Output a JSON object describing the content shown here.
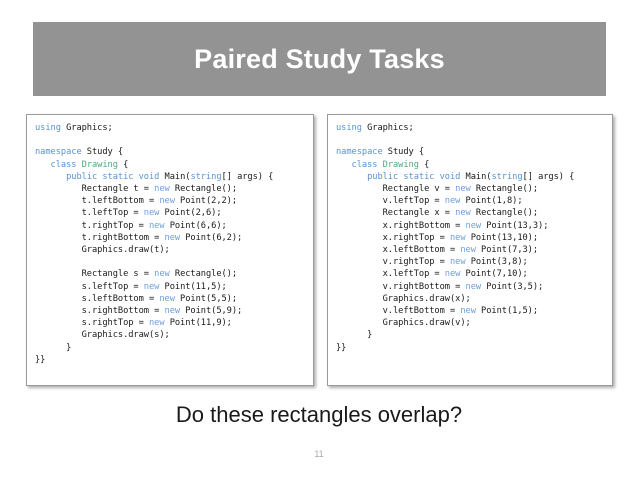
{
  "slide": {
    "title": "Paired Study Tasks",
    "caption": "Do these rectangles overlap?",
    "page_number": "11",
    "banner_color": "#939393",
    "title_color": "#ffffff",
    "caption_color": "#1a1a1a",
    "page_number_color": "#a8a8a8"
  },
  "syntax_colors": {
    "keyword": "#5a93cf",
    "new_keyword": "#6f9fd8",
    "type_name": "#4fa97f",
    "plain": "#1a1a1a",
    "panel_border": "#9a9a9a",
    "panel_background": "#ffffff"
  },
  "code_panels": [
    {
      "id": "left",
      "language": "csharp",
      "lines": [
        [
          {
            "t": "using",
            "c": "kw"
          },
          {
            "t": " Graphics;",
            "c": "pl"
          }
        ],
        [],
        [
          {
            "t": "namespace",
            "c": "kw"
          },
          {
            "t": " Study {",
            "c": "pl"
          }
        ],
        [
          {
            "t": "   ",
            "c": "pl"
          },
          {
            "t": "class",
            "c": "kw"
          },
          {
            "t": " ",
            "c": "pl"
          },
          {
            "t": "Drawing",
            "c": "type"
          },
          {
            "t": " {",
            "c": "pl"
          }
        ],
        [
          {
            "t": "      ",
            "c": "pl"
          },
          {
            "t": "public static void",
            "c": "kw"
          },
          {
            "t": " Main(",
            "c": "pl"
          },
          {
            "t": "string",
            "c": "kw"
          },
          {
            "t": "[] args) {",
            "c": "pl"
          }
        ],
        [
          {
            "t": "         Rectangle t = ",
            "c": "pl"
          },
          {
            "t": "new",
            "c": "new"
          },
          {
            "t": " Rectangle();",
            "c": "pl"
          }
        ],
        [
          {
            "t": "         t.leftBottom = ",
            "c": "pl"
          },
          {
            "t": "new",
            "c": "new"
          },
          {
            "t": " Point(2,2);",
            "c": "pl"
          }
        ],
        [
          {
            "t": "         t.leftTop = ",
            "c": "pl"
          },
          {
            "t": "new",
            "c": "new"
          },
          {
            "t": " Point(2,6);",
            "c": "pl"
          }
        ],
        [
          {
            "t": "         t.rightTop = ",
            "c": "pl"
          },
          {
            "t": "new",
            "c": "new"
          },
          {
            "t": " Point(6,6);",
            "c": "pl"
          }
        ],
        [
          {
            "t": "         t.rightBottom = ",
            "c": "pl"
          },
          {
            "t": "new",
            "c": "new"
          },
          {
            "t": " Point(6,2);",
            "c": "pl"
          }
        ],
        [
          {
            "t": "         Graphics.draw(t);",
            "c": "pl"
          }
        ],
        [],
        [
          {
            "t": "         Rectangle s = ",
            "c": "pl"
          },
          {
            "t": "new",
            "c": "new"
          },
          {
            "t": " Rectangle();",
            "c": "pl"
          }
        ],
        [
          {
            "t": "         s.leftTop = ",
            "c": "pl"
          },
          {
            "t": "new",
            "c": "new"
          },
          {
            "t": " Point(11,5);",
            "c": "pl"
          }
        ],
        [
          {
            "t": "         s.leftBottom = ",
            "c": "pl"
          },
          {
            "t": "new",
            "c": "new"
          },
          {
            "t": " Point(5,5);",
            "c": "pl"
          }
        ],
        [
          {
            "t": "         s.rightBottom = ",
            "c": "pl"
          },
          {
            "t": "new",
            "c": "new"
          },
          {
            "t": " Point(5,9);",
            "c": "pl"
          }
        ],
        [
          {
            "t": "         s.rightTop = ",
            "c": "pl"
          },
          {
            "t": "new",
            "c": "new"
          },
          {
            "t": " Point(11,9);",
            "c": "pl"
          }
        ],
        [
          {
            "t": "         Graphics.draw(s);",
            "c": "pl"
          }
        ],
        [
          {
            "t": "      }",
            "c": "pl"
          }
        ],
        [
          {
            "t": "}}",
            "c": "pl"
          }
        ]
      ]
    },
    {
      "id": "right",
      "language": "csharp",
      "lines": [
        [
          {
            "t": "using",
            "c": "kw"
          },
          {
            "t": " Graphics;",
            "c": "pl"
          }
        ],
        [],
        [
          {
            "t": "namespace",
            "c": "kw"
          },
          {
            "t": " Study {",
            "c": "pl"
          }
        ],
        [
          {
            "t": "   ",
            "c": "pl"
          },
          {
            "t": "class",
            "c": "kw"
          },
          {
            "t": " ",
            "c": "pl"
          },
          {
            "t": "Drawing",
            "c": "type"
          },
          {
            "t": " {",
            "c": "pl"
          }
        ],
        [
          {
            "t": "      ",
            "c": "pl"
          },
          {
            "t": "public static void",
            "c": "kw"
          },
          {
            "t": " Main(",
            "c": "pl"
          },
          {
            "t": "string",
            "c": "kw"
          },
          {
            "t": "[] args) {",
            "c": "pl"
          }
        ],
        [
          {
            "t": "         Rectangle v = ",
            "c": "pl"
          },
          {
            "t": "new",
            "c": "new"
          },
          {
            "t": " Rectangle();",
            "c": "pl"
          }
        ],
        [
          {
            "t": "         v.leftTop = ",
            "c": "pl"
          },
          {
            "t": "new",
            "c": "new"
          },
          {
            "t": " Point(1,8);",
            "c": "pl"
          }
        ],
        [
          {
            "t": "         Rectangle x = ",
            "c": "pl"
          },
          {
            "t": "new",
            "c": "new"
          },
          {
            "t": " Rectangle();",
            "c": "pl"
          }
        ],
        [
          {
            "t": "         x.rightBottom = ",
            "c": "pl"
          },
          {
            "t": "new",
            "c": "new"
          },
          {
            "t": " Point(13,3);",
            "c": "pl"
          }
        ],
        [
          {
            "t": "         x.rightTop = ",
            "c": "pl"
          },
          {
            "t": "new",
            "c": "new"
          },
          {
            "t": " Point(13,10);",
            "c": "pl"
          }
        ],
        [
          {
            "t": "         x.leftBottom = ",
            "c": "pl"
          },
          {
            "t": "new",
            "c": "new"
          },
          {
            "t": " Point(7,3);",
            "c": "pl"
          }
        ],
        [
          {
            "t": "         v.rightTop = ",
            "c": "pl"
          },
          {
            "t": "new",
            "c": "new"
          },
          {
            "t": " Point(3,8);",
            "c": "pl"
          }
        ],
        [
          {
            "t": "         x.leftTop = ",
            "c": "pl"
          },
          {
            "t": "new",
            "c": "new"
          },
          {
            "t": " Point(7,10);",
            "c": "pl"
          }
        ],
        [
          {
            "t": "         v.rightBottom = ",
            "c": "pl"
          },
          {
            "t": "new",
            "c": "new"
          },
          {
            "t": " Point(3,5);",
            "c": "pl"
          }
        ],
        [
          {
            "t": "         Graphics.draw(x);",
            "c": "pl"
          }
        ],
        [
          {
            "t": "         v.leftBottom = ",
            "c": "pl"
          },
          {
            "t": "new",
            "c": "new"
          },
          {
            "t": " Point(1,5);",
            "c": "pl"
          }
        ],
        [
          {
            "t": "         Graphics.draw(v);",
            "c": "pl"
          }
        ],
        [
          {
            "t": "      }",
            "c": "pl"
          }
        ],
        [
          {
            "t": "}}",
            "c": "pl"
          }
        ]
      ]
    }
  ]
}
